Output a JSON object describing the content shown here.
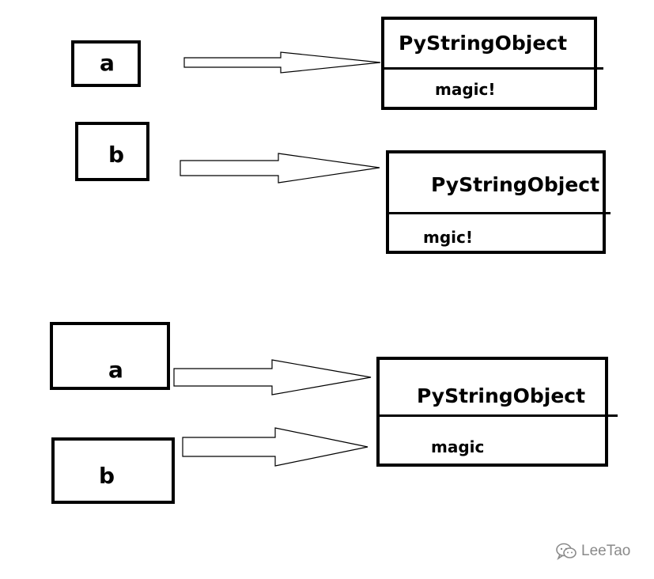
{
  "diagram_top": {
    "var_a": "a",
    "var_b": "b",
    "object_a": {
      "title": "PyStringObject",
      "value": "magic!"
    },
    "object_b": {
      "title": "PyStringObject",
      "value": "mgic!"
    }
  },
  "diagram_bottom": {
    "var_a": "a",
    "var_b": "b",
    "object_shared": {
      "title": "PyStringObject",
      "value": "magic"
    }
  },
  "watermark": {
    "text": "LeeTao",
    "icon": "wechat-icon"
  }
}
